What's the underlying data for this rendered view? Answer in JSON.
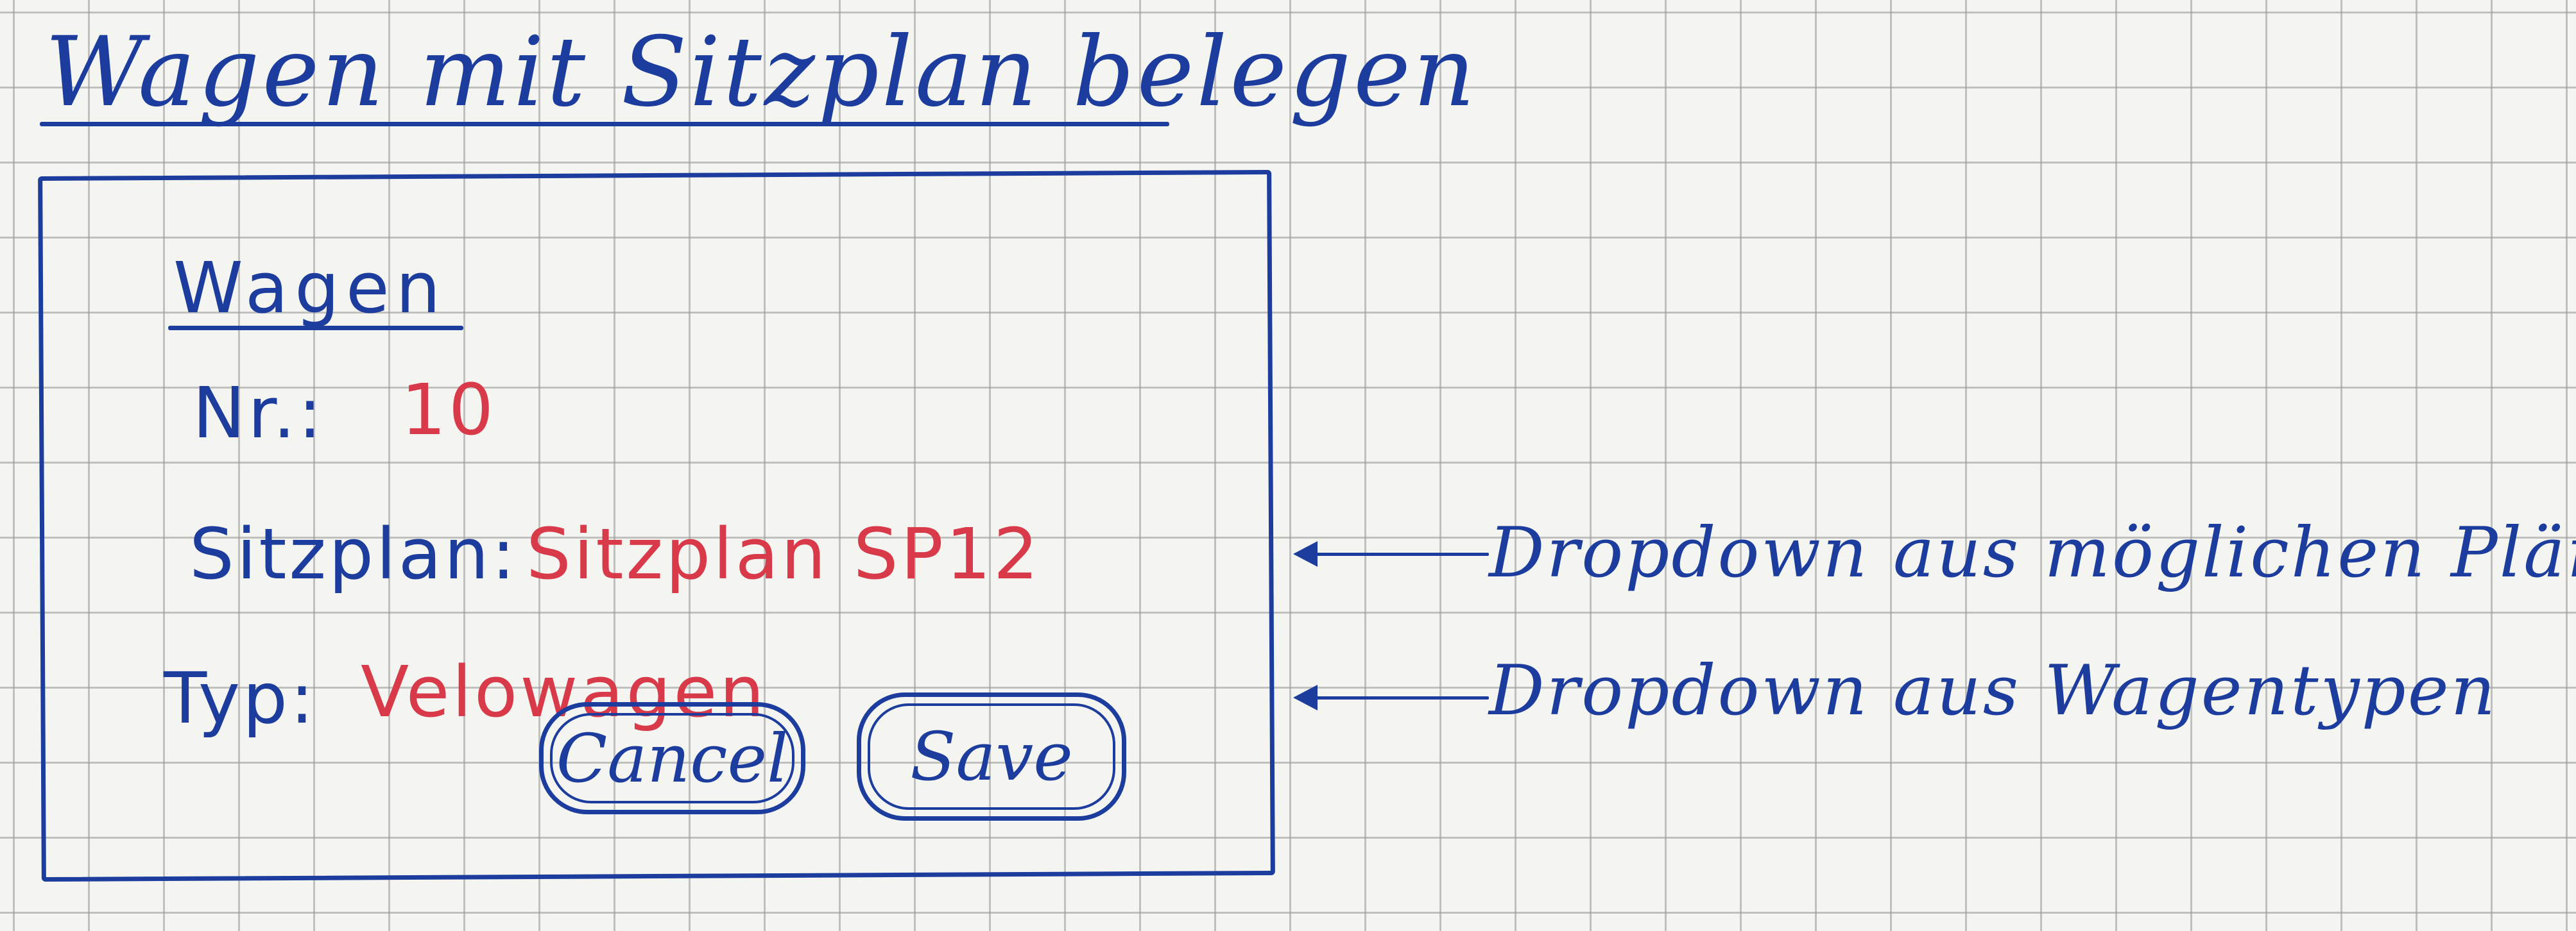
{
  "page_title": "Wagen mit Sitzplan belegen",
  "section_title": "Wagen",
  "fields": {
    "nr_label": "Nr.:",
    "nr_value": "10",
    "sitzplan_label": "Sitzplan:",
    "sitzplan_value": "Sitzplan SP12",
    "typ_label": "Typ:",
    "typ_value": "Velowagen"
  },
  "buttons": {
    "cancel_label": "Cancel",
    "save_label": "Save"
  },
  "annotations": {
    "sitzplan_note": "Dropdown aus möglichen Pläne",
    "typ_note": "Dropdown aus Wagentypen"
  },
  "colors": {
    "ink_blue": "#1d3d9e",
    "ink_red": "#d93a4a",
    "paper": "#f4f4f0"
  }
}
